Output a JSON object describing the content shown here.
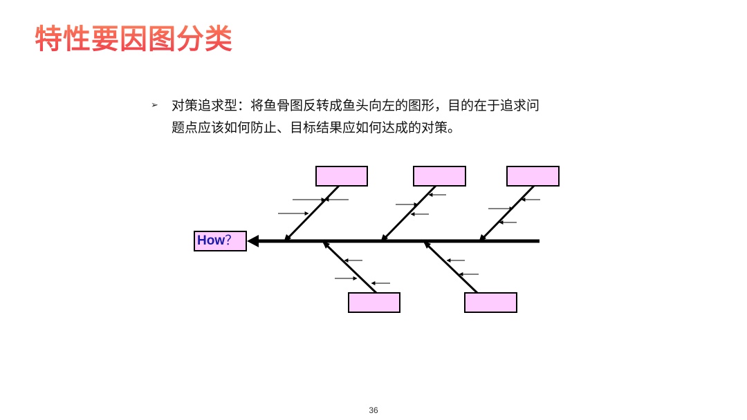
{
  "title": "特性要因图分类",
  "bullet": {
    "line1": "对策追求型：将鱼骨图反转成鱼头向左的图形，目的在于追求问",
    "line2": "题点应该如何防止、目标结果应如何达成的对策。"
  },
  "diagram": {
    "head_label": "How",
    "head_suffix": "？",
    "box_fill": "#ffccff",
    "line_color": "#000000"
  },
  "page_number": "36"
}
